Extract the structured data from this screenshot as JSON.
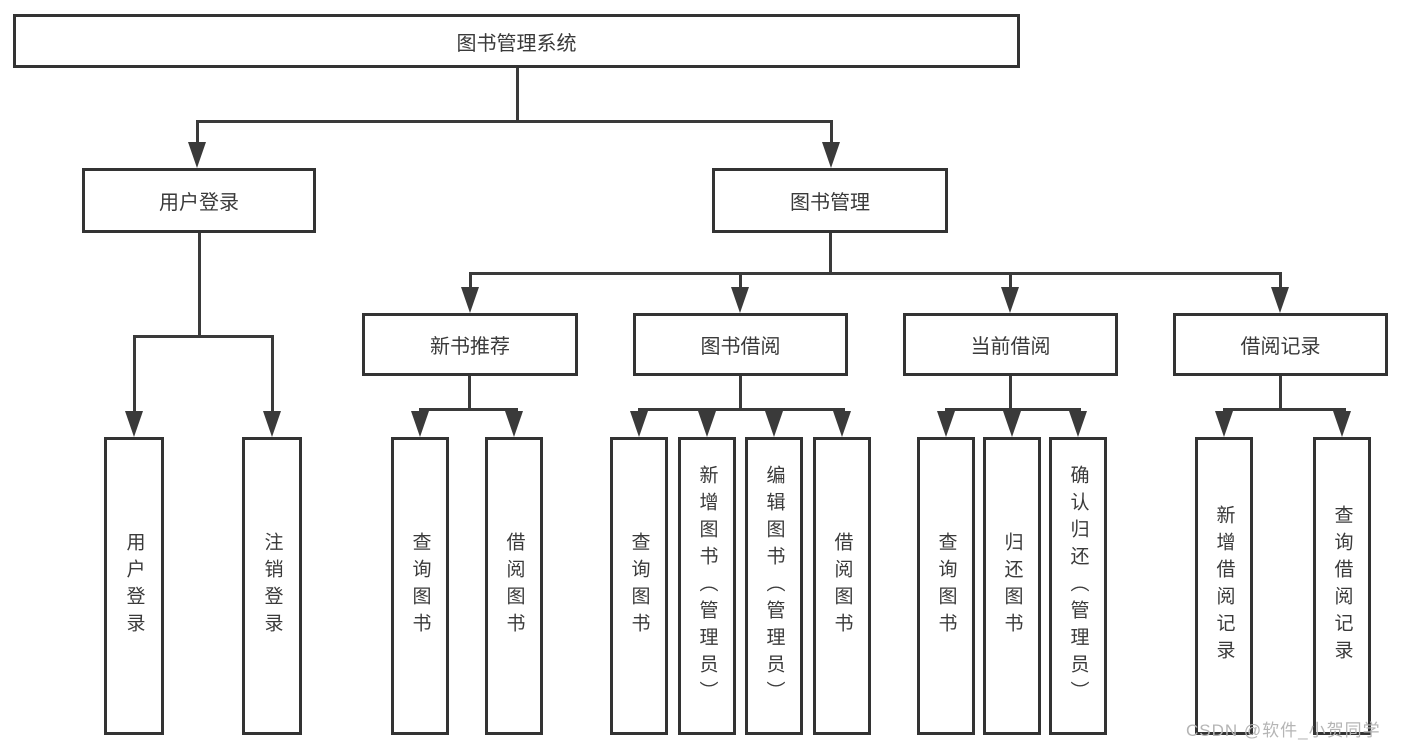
{
  "tree": {
    "label": "图书管理系统",
    "children": [
      {
        "label": "用户登录",
        "children": [
          {
            "label": "用户登录"
          },
          {
            "label": "注销登录"
          }
        ]
      },
      {
        "label": "图书管理",
        "children": [
          {
            "label": "新书推荐",
            "children": [
              {
                "label": "查询图书"
              },
              {
                "label": "借阅图书"
              }
            ]
          },
          {
            "label": "图书借阅",
            "children": [
              {
                "label": "查询图书"
              },
              {
                "label": "新增图书（管理员）"
              },
              {
                "label": "编辑图书（管理员）"
              },
              {
                "label": "借阅图书"
              }
            ]
          },
          {
            "label": "当前借阅",
            "children": [
              {
                "label": "查询图书"
              },
              {
                "label": "归还图书"
              },
              {
                "label": "确认归还（管理员）"
              }
            ]
          },
          {
            "label": "借阅记录",
            "children": [
              {
                "label": "新增借阅记录"
              },
              {
                "label": "查询借阅记录"
              }
            ]
          }
        ]
      }
    ]
  },
  "watermark": "CSDN @软件_小贺同学",
  "colors": {
    "line": "#3a3a3a",
    "box_border": "#333333",
    "text": "#3a3a3a",
    "watermark": "#b5b5b5",
    "background": "#ffffff"
  }
}
